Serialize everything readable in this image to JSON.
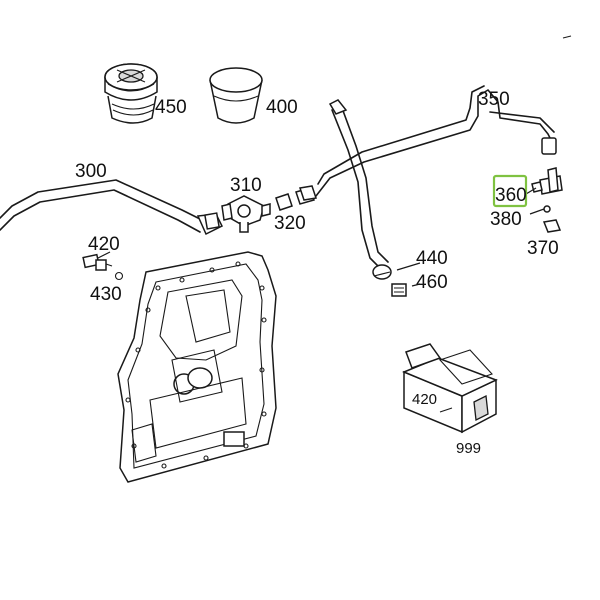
{
  "callouts": {
    "c300": "300",
    "c310": "310",
    "c320": "320",
    "c350": "350",
    "c360": "360",
    "c370": "370",
    "c380": "380",
    "c400": "400",
    "c420a": "420",
    "c420b": "420",
    "c430": "430",
    "c440": "440",
    "c450": "450",
    "c460": "460",
    "c999": "999"
  },
  "highlighted_callout": "360",
  "colors": {
    "highlight": "#7fc241",
    "line": "#1a1a1a",
    "background": "#ffffff"
  }
}
